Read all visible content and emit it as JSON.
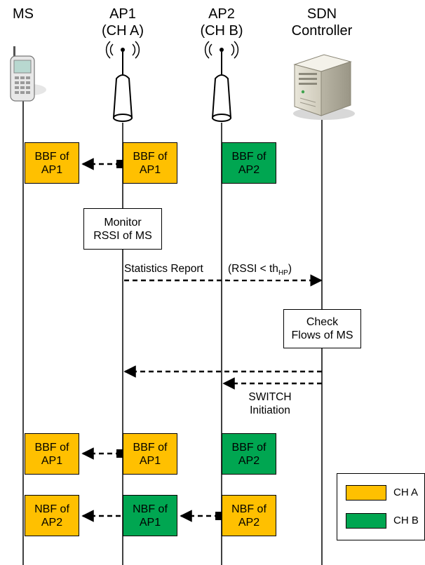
{
  "headers": {
    "ms": "MS",
    "ap1_line1": "AP1",
    "ap1_line2": "(CH A)",
    "ap2_line1": "AP2",
    "ap2_line2": "(CH B)",
    "sdn_line1": "SDN",
    "sdn_line2": "Controller"
  },
  "boxes": {
    "row1": {
      "ms": [
        "BBF of",
        "AP1"
      ],
      "ap1": [
        "BBF of",
        "AP1"
      ],
      "ap2": [
        "BBF of",
        "AP2"
      ]
    },
    "monitor": [
      "Monitor",
      "RSSI of MS"
    ],
    "check": [
      "Check",
      "Flows of MS"
    ],
    "row2": {
      "ms": [
        "BBF of",
        "AP1"
      ],
      "ap1": [
        "BBF of",
        "AP1"
      ],
      "ap2": [
        "BBF of",
        "AP2"
      ]
    },
    "row3": {
      "ms": [
        "NBF of",
        "AP2"
      ],
      "ap1": [
        "NBF of",
        "AP1"
      ],
      "ap2": [
        "NBF of",
        "AP2"
      ]
    }
  },
  "messages": {
    "stats_report": "Statistics Report",
    "rssi_prefix": "(RSSI < th",
    "rssi_sub": "HP",
    "rssi_suffix": ")",
    "switch_line1": "SWITCH",
    "switch_line2": "Initiation"
  },
  "legend": {
    "ch_a": "CH A",
    "ch_b": "CH B"
  },
  "colors": {
    "channel_a": "#FFC000",
    "channel_b": "#00A651"
  },
  "icons": [
    "mobile-phone-icon",
    "wireless-antenna-icon",
    "server-icon"
  ]
}
